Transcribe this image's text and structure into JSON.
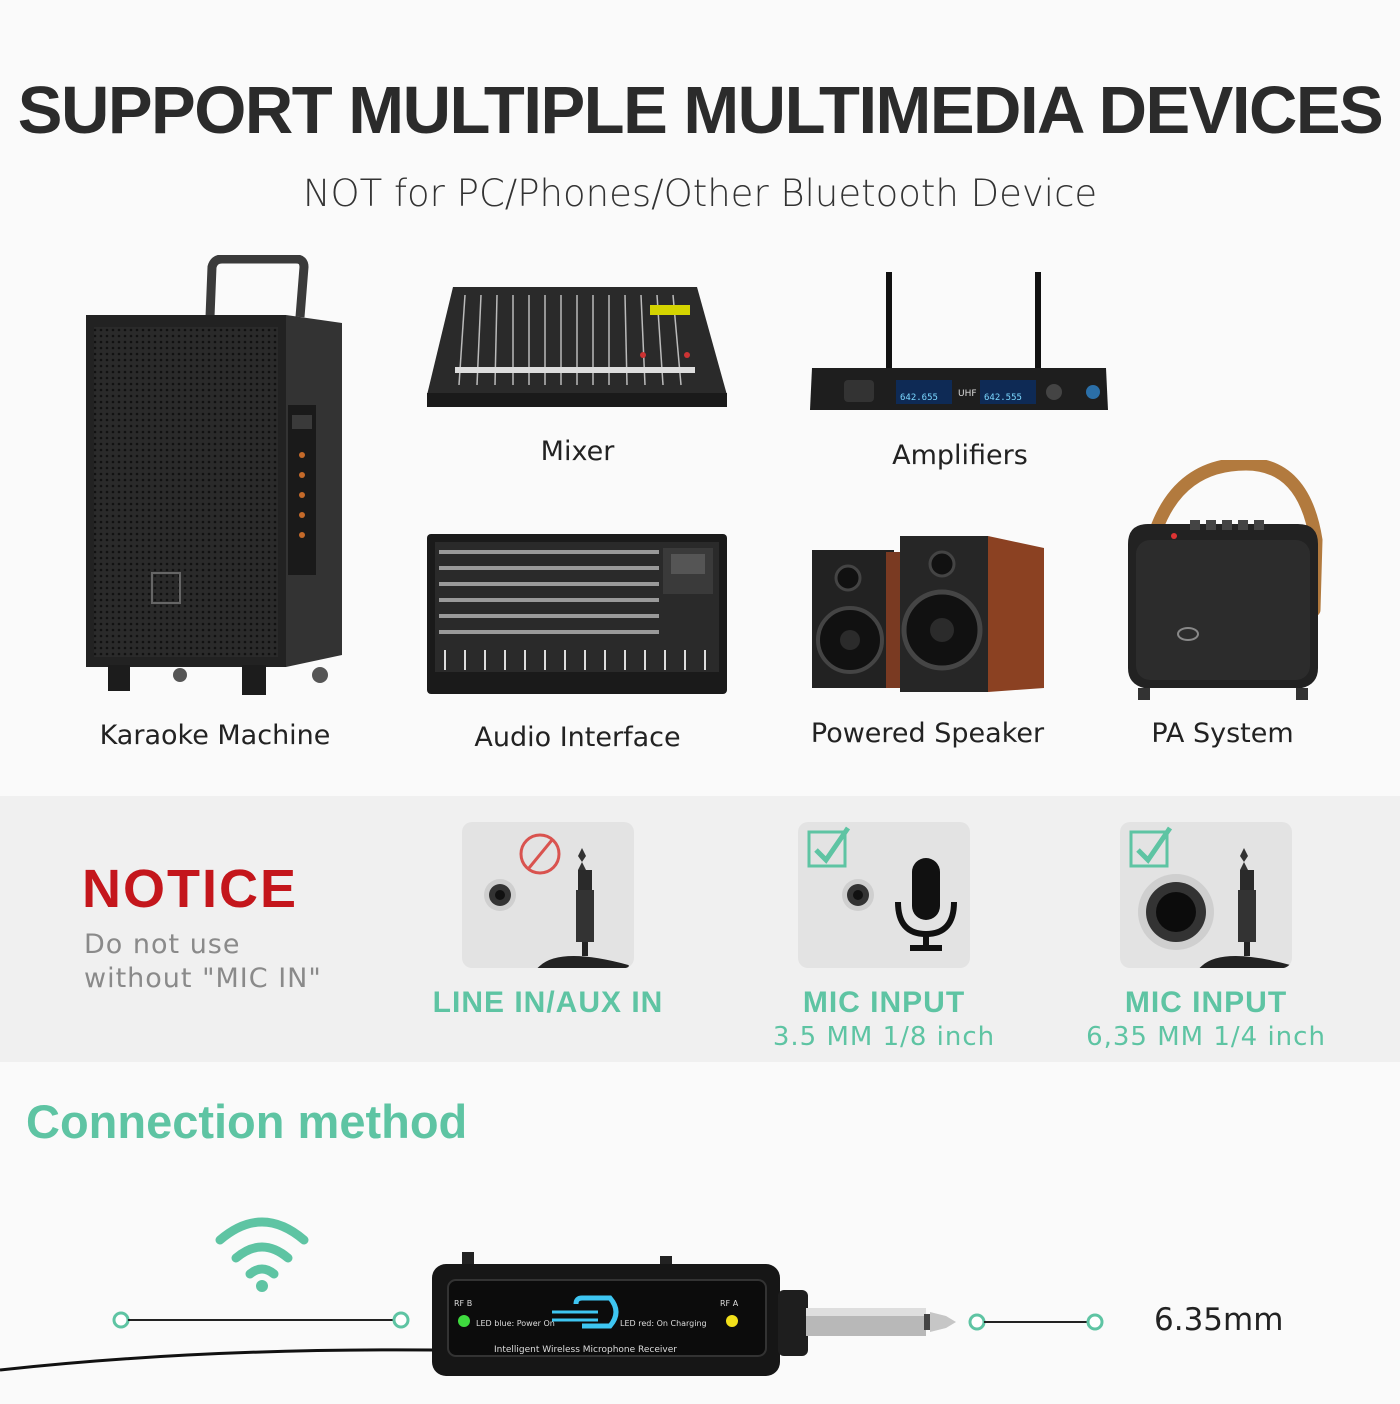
{
  "header": {
    "title": "SUPPORT MULTIPLE MULTIMEDIA DEVICES",
    "subtitle": "NOT for PC/Phones/Other Bluetooth Device"
  },
  "devices": {
    "karaoke": "Karaoke Machine",
    "mixer": "Mixer",
    "amplifiers": "Amplifiers",
    "audio_interface": "Audio Interface",
    "powered_speaker": "Powered Speaker",
    "pa_system": "PA System",
    "amp_display_left": "UHF",
    "amp_freq_left": "642.655",
    "amp_freq_right": "642.555"
  },
  "notice": {
    "title": "NOTICE",
    "line1": "Do not use",
    "line2": "without \"MIC IN\""
  },
  "inputs": [
    {
      "label": "LINE IN/AUX IN",
      "sub": "",
      "status_icon": "prohibited-icon"
    },
    {
      "label": "MIC INPUT",
      "sub": "3.5 MM 1/8 inch",
      "status_icon": "checkbox-checked-icon"
    },
    {
      "label": "MIC INPUT",
      "sub": "6,35 MM 1/4 inch",
      "status_icon": "checkbox-checked-icon"
    }
  ],
  "connection": {
    "title": "Connection method",
    "plug_size": "6.35mm",
    "receiver": {
      "text_left_a": "RF B",
      "text_left_b": "LED blue: Power On",
      "text_right_a": "RF A",
      "text_right_b": "LED red: On Charging",
      "bottom_text": "Intelligent Wireless Microphone Receiver"
    }
  },
  "colors": {
    "accent": "#5ec4a3",
    "notice": "#c4161c",
    "prohibited": "#d9534f"
  }
}
